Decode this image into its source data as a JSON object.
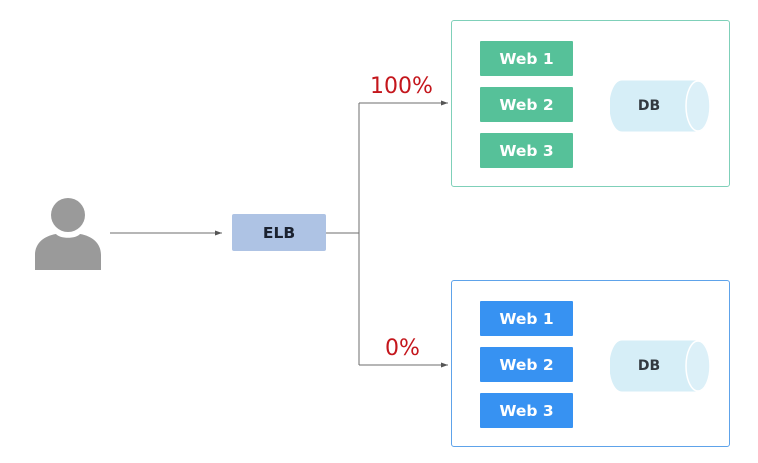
{
  "elb": {
    "label": "ELB"
  },
  "routes": [
    {
      "percent": "100%"
    },
    {
      "percent": "0%"
    }
  ],
  "environments": [
    {
      "theme": "green",
      "servers": [
        {
          "label": "Web 1"
        },
        {
          "label": "Web 2"
        },
        {
          "label": "Web 3"
        }
      ],
      "database": {
        "label": "DB"
      }
    },
    {
      "theme": "blue",
      "servers": [
        {
          "label": "Web 1"
        },
        {
          "label": "Web 2"
        },
        {
          "label": "Web 3"
        }
      ],
      "database": {
        "label": "DB"
      }
    }
  ],
  "icons": {
    "user": "user-silhouette-icon",
    "database": "database-cylinder-icon"
  },
  "colors": {
    "green_server": "#56c199",
    "blue_server": "#3792f2",
    "green_border": "#7fd0b9",
    "blue_border": "#5ea3ea",
    "elb_fill": "#aec3e4",
    "percent_text": "#c4161c",
    "db_fill": "#d6eef7",
    "connector": "#6e6e6e",
    "user_icon": "#9a9a9a"
  }
}
